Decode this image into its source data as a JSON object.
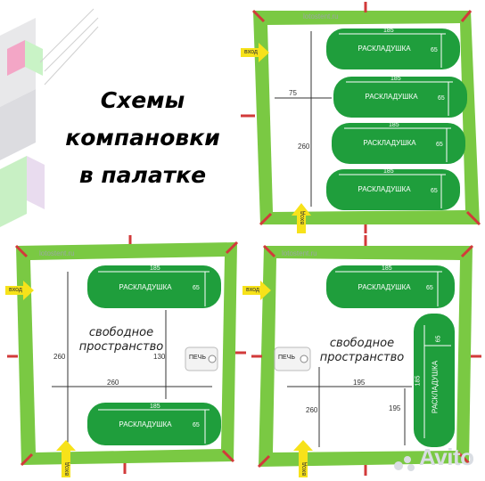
{
  "title": {
    "line1": "Схемы",
    "line2": "компановки",
    "line3": "в палатке"
  },
  "watermark": "lotostent.ru",
  "entrance_label": "вход",
  "cot_label": "РАСКЛАДУШКА",
  "stove_label": "ПЕЧЬ",
  "free_space": {
    "line1": "свободное",
    "line2": "пространство"
  },
  "dims": {
    "d185": "185",
    "d65": "65",
    "d75": "75",
    "d260": "260",
    "d130": "130",
    "d195": "195"
  },
  "brand": "Avito",
  "colors": {
    "cot": "#1f9e3c",
    "tent": "#7ac943",
    "floor": "#ffffff",
    "peg": "#d23a3a",
    "arrow": "#f7e21a"
  }
}
